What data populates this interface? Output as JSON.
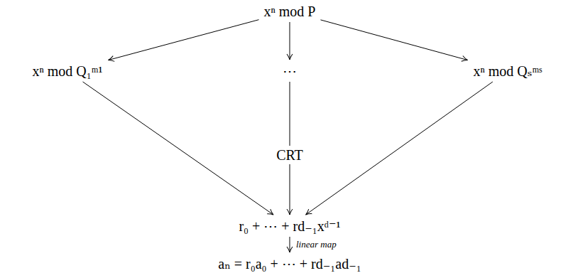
{
  "diagram": {
    "nodes": [
      {
        "text": [
          "xⁿ mod P"
        ]
      },
      {
        "text": [
          "xⁿ mod Q₁ᵐ¹"
        ]
      },
      {
        "text": [
          "⋯"
        ]
      },
      {
        "text": [
          "xⁿ mod Qₛᵐˢ"
        ]
      },
      {
        "text": [
          "r₀ + ⋯ + rd₋₁xᵈ⁻¹"
        ]
      },
      {
        "text": [
          "aₙ = r₀a₀ + ⋯ + rd₋₁ad₋₁"
        ]
      }
    ],
    "edges": [
      {
        "from": 0,
        "to": 1,
        "arrow": "to"
      },
      {
        "from": 0,
        "to": 2,
        "arrow": "to"
      },
      {
        "from": 0,
        "to": 3,
        "arrow": "to"
      },
      {
        "from": 1,
        "to": 4,
        "arrow": "to"
      },
      {
        "from": 2,
        "to": 4,
        "label": "CRT",
        "arrow": "to"
      },
      {
        "from": 3,
        "to": 4,
        "arrow": "to"
      },
      {
        "from": 4,
        "to": 5,
        "label": "linear map",
        "arrow": "to"
      }
    ]
  }
}
